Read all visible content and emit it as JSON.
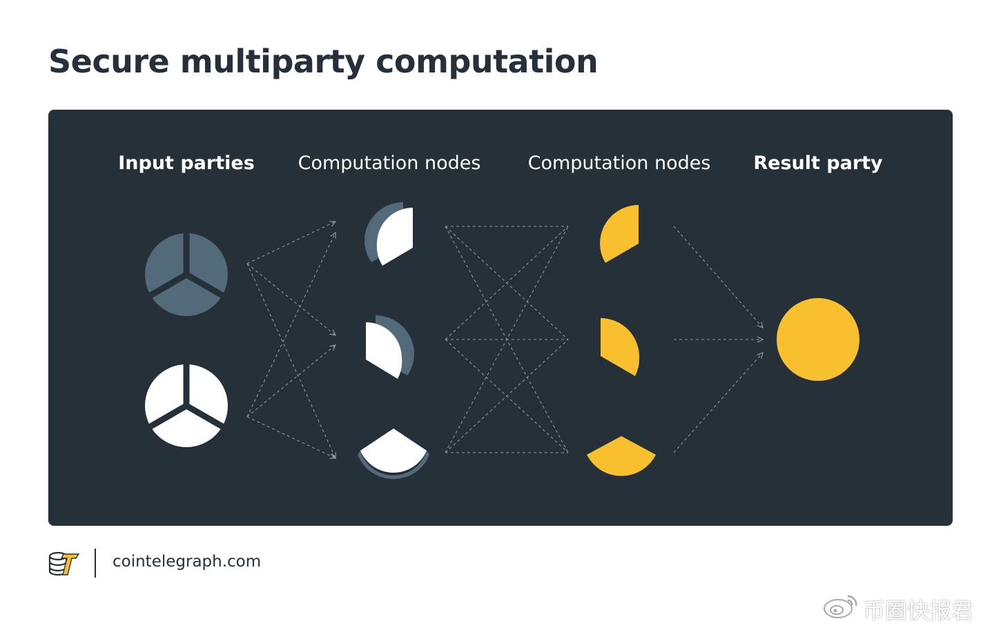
{
  "title": "Secure multiparty computation",
  "columns": [
    {
      "label": "Input parties",
      "bold": true
    },
    {
      "label": "Computation nodes",
      "bold": false
    },
    {
      "label": "Computation nodes",
      "bold": false
    },
    {
      "label": "Result party",
      "bold": true
    }
  ],
  "footer": {
    "site": "cointelegraph.com"
  },
  "watermark": {
    "text": "币圈快报君"
  },
  "colors": {
    "panel": "#263038",
    "slate": "#536a7a",
    "white": "#ffffff",
    "yellow": "#f8bf2e",
    "title": "#27303a",
    "dashed_line": "#8a97a2"
  },
  "icons": {
    "footer_logo": "cointelegraph-logo-icon",
    "watermark_logo": "weibo-icon"
  }
}
